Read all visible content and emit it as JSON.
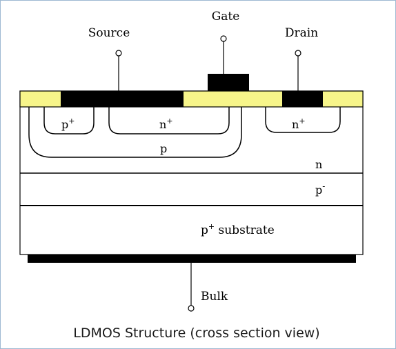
{
  "terminals": {
    "source": "Source",
    "gate": "Gate",
    "drain": "Drain",
    "bulk": "Bulk"
  },
  "regions": {
    "p_plus_base": "p",
    "p_plus_sup": "+",
    "n_plus_source_base": "n",
    "n_plus_source_sup": "+",
    "p_body": "p",
    "n_plus_drain_base": "n",
    "n_plus_drain_sup": "+",
    "n_layer": "n",
    "p_minus_base": "p",
    "p_minus_sup": "-",
    "substrate_base": "p",
    "substrate_sup": "+",
    "substrate_text": " substrate"
  },
  "caption": "LDMOS Structure (cross section view)",
  "colors": {
    "oxide": "#f7f58a",
    "metal": "#000000",
    "outline": "#000000",
    "frame": "#9db8d2"
  }
}
